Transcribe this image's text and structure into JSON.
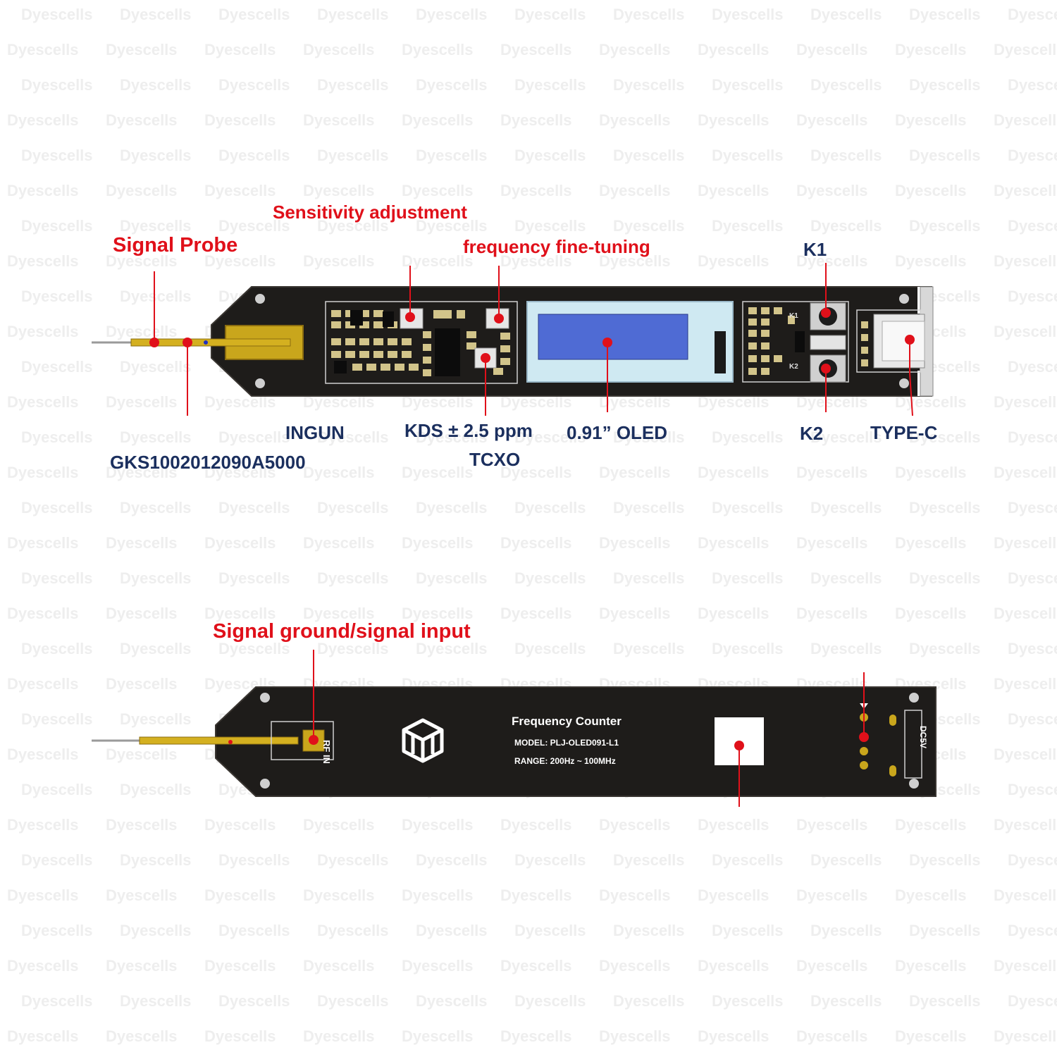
{
  "watermark": {
    "text": "Dyescells"
  },
  "colors": {
    "label_red": "#e0101a",
    "label_blue": "#1b2f5e",
    "board": "#1e1c1a",
    "gold": "#c9a61c",
    "oled_blue": "#4f6bd4",
    "marker_red": "#e0101a"
  },
  "front_labels": {
    "signal_probe": "Signal Probe",
    "sensitivity": "Sensitivity adjustment",
    "fine_tuning": "frequency fine-tuning",
    "k1": "K1",
    "ingun": "INGUN",
    "gks": "GKS1002012090A5000",
    "kds": "KDS ± 2.5 ppm",
    "tcxo": "TCXO",
    "oled": "0.91” OLED",
    "k2": "K2",
    "type_c": "TYPE-C"
  },
  "front_silkscreen": {
    "k1": "K1",
    "k2": "K2"
  },
  "back_labels": {
    "signal_ground": "Signal ground/signal input"
  },
  "back_silkscreen": {
    "rf_in": "RF IN",
    "title": "Frequency Counter",
    "model": "MODEL: PLJ-OLED091-L1",
    "range": "RANGE: 200Hz ~ 100MHz",
    "dc5v": "DC5V"
  },
  "icons": [
    "logo-icon"
  ]
}
